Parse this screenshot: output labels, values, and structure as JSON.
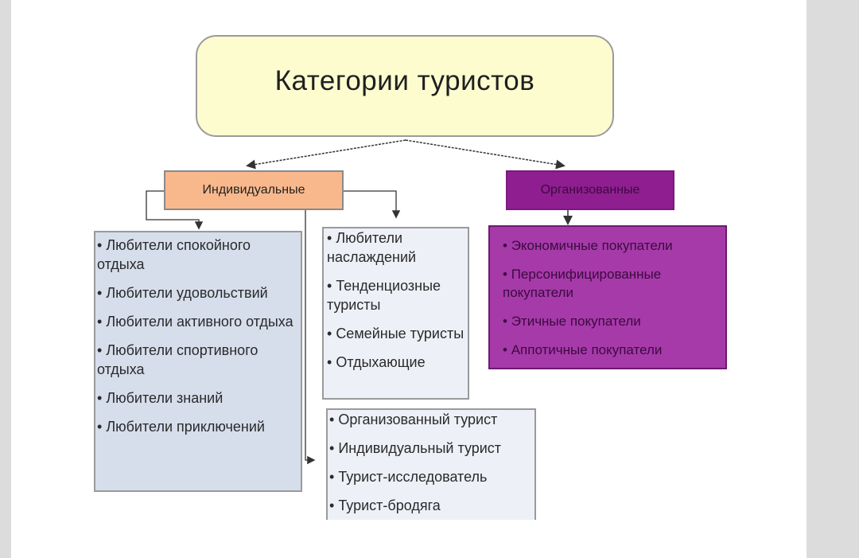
{
  "title": "Категории туристов",
  "categories": {
    "individual": "Индивидуальные",
    "organized": "Организованные"
  },
  "lists": {
    "lovers": [
      "Любители спокойного отдыха",
      "Любители удовольствий",
      "Любители активного отдыха",
      "Любители спортивного отдыха",
      "Любители знаний",
      "Любители приключений"
    ],
    "pleasure": [
      "Любители наслаждений",
      "Тенденциозные туристы",
      "Семейные туристы",
      "Отдыхающие"
    ],
    "types": [
      "Организованный турист",
      "Индивидуальный турист",
      "Турист-исследователь",
      "Турист-бродяга"
    ],
    "buyers": [
      "Экономичные покупатели",
      "Персонифицированные покупатели",
      "Этичные покупатели",
      "Аппотичные покупатели"
    ]
  },
  "colors": {
    "title_bg": "#fdfccf",
    "individual_bg": "#f9b88c",
    "organized_bg": "#8f1f90",
    "lovers_bg": "#d6deec",
    "buyers_bg": "#a63aa9"
  }
}
